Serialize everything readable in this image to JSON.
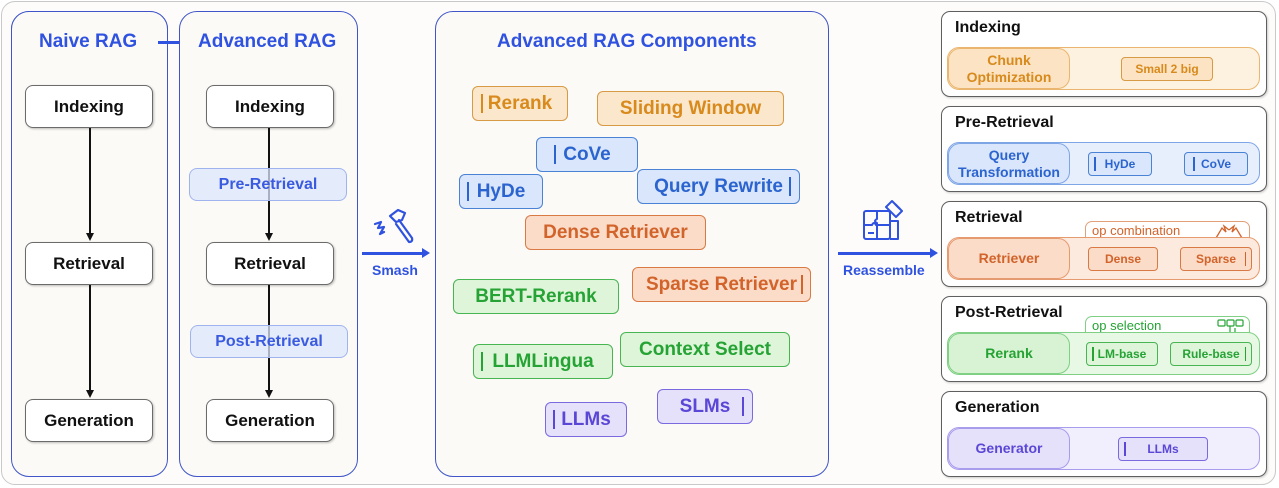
{
  "naive_rag": {
    "title": "Naive RAG",
    "stages": [
      "Indexing",
      "Retrieval",
      "Generation"
    ]
  },
  "advanced_rag": {
    "title": "Advanced RAG",
    "stages": [
      "Indexing",
      "Retrieval",
      "Generation"
    ],
    "sub_stages": [
      "Pre-Retrieval",
      "Post-Retrieval"
    ]
  },
  "smash": {
    "label": "Smash",
    "icon": "hammer-icon"
  },
  "components": {
    "title": "Advanced RAG Components",
    "pieces": [
      {
        "label": "Rerank",
        "color": "orange"
      },
      {
        "label": "Sliding Window",
        "color": "orange"
      },
      {
        "label": "CoVe",
        "color": "blue"
      },
      {
        "label": "HyDe",
        "color": "blue"
      },
      {
        "label": "Query Rewrite",
        "color": "blue"
      },
      {
        "label": "Dense Retriever",
        "color": "red"
      },
      {
        "label": "BERT-Rerank",
        "color": "green"
      },
      {
        "label": "Sparse Retriever",
        "color": "red"
      },
      {
        "label": "LLMLingua",
        "color": "green"
      },
      {
        "label": "Context Select",
        "color": "green"
      },
      {
        "label": "LLMs",
        "color": "purple"
      },
      {
        "label": "SLMs",
        "color": "purple"
      }
    ]
  },
  "reassemble": {
    "label": "Reassemble",
    "icon": "puzzle-icon"
  },
  "modules": [
    {
      "title": "Indexing",
      "label": "Chunk Optimization",
      "items": [
        "Small 2 big"
      ],
      "color": "orange"
    },
    {
      "title": "Pre-Retrieval",
      "label": "Query Transformation",
      "items": [
        "HyDe",
        "CoVe"
      ],
      "color": "blue"
    },
    {
      "title": "Retrieval",
      "label": "Retriever",
      "op": "op combination",
      "items": [
        "Dense",
        "Sparse"
      ],
      "color": "red"
    },
    {
      "title": "Post-Retrieval",
      "label": "Rerank",
      "op": "op selection",
      "items": [
        "LM-base",
        "Rule-base"
      ],
      "color": "green"
    },
    {
      "title": "Generation",
      "label": "Generator",
      "items": [
        "LLMs"
      ],
      "color": "purple"
    }
  ],
  "colors": {
    "accent_blue": "#2f52e0",
    "orange": "#d88a1c",
    "red": "#d2632a",
    "blue": "#2c64cf",
    "green": "#26a335",
    "purple": "#5a47d6"
  }
}
